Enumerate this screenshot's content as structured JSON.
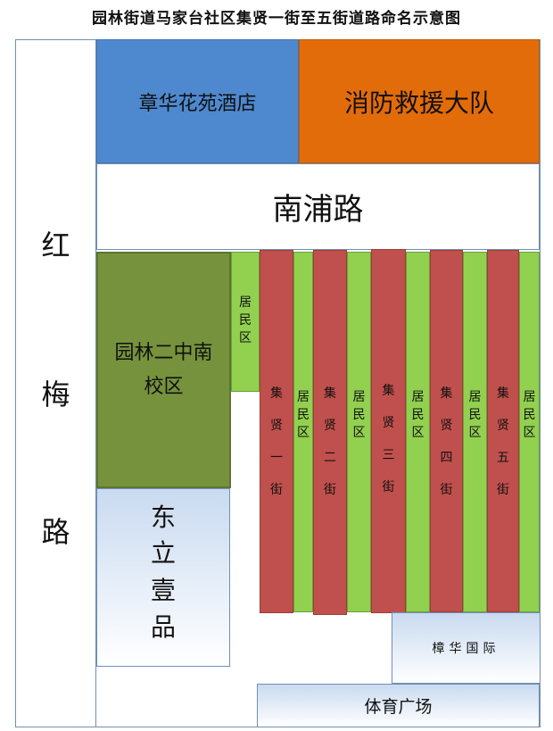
{
  "title": "园林街道马家台社区集贤一街至五街道路命名示意图",
  "roads": {
    "hongmei": [
      "红",
      "梅",
      "路"
    ],
    "nanpu": "南浦路"
  },
  "blocks": {
    "zhanghua_hotel": "章华花苑酒店",
    "fire_brigade": "消防救援大队",
    "school": "园林二中南校区",
    "dongli": [
      "东",
      "立",
      "壹",
      "品"
    ],
    "zhanghua_intl": "樟华国际",
    "stadium": "体育广场"
  },
  "residential_label": [
    "居",
    "民",
    "区"
  ],
  "streets": [
    [
      "集",
      "贤",
      "一",
      "街"
    ],
    [
      "集",
      "贤",
      "二",
      "街"
    ],
    [
      "集",
      "贤",
      "三",
      "街"
    ],
    [
      "集",
      "贤",
      "四",
      "街"
    ],
    [
      "集",
      "贤",
      "五",
      "街"
    ]
  ],
  "colors": {
    "hotel": "#4e89cf",
    "fire": "#e36c0a",
    "school": "#76923c",
    "residential": "#92d050",
    "street": "#c0504d",
    "road_border": "#6f8fb3"
  }
}
